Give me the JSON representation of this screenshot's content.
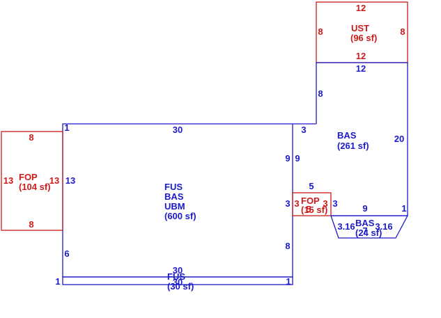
{
  "colors": {
    "main": "#1a1acc",
    "porch": "#cc1a1a"
  },
  "areas": {
    "fus": {
      "codes": [
        "FUS",
        "BAS",
        "UBM"
      ],
      "size": "(600 sf)"
    },
    "bas_right": {
      "codes": [
        "BAS"
      ],
      "size": "(261 sf)"
    },
    "ust": {
      "codes": [
        "UST"
      ],
      "size": "(96 sf)"
    },
    "fop_left": {
      "codes": [
        "FOP"
      ],
      "size": "(104 sf)"
    },
    "fop_small": {
      "codes": [
        "FOP"
      ],
      "size": "(15 sf)"
    },
    "bas_bay": {
      "codes": [
        "BAS"
      ],
      "size": "(24 sf)"
    },
    "fus_strip": {
      "codes": [
        "FUS"
      ],
      "size": "(30 sf)"
    }
  },
  "dims": {
    "ust": {
      "top": "12",
      "bottom": "12",
      "left": "8",
      "right": "8"
    },
    "bas_right": {
      "top": "12",
      "left_upper": "8",
      "right": "20",
      "step": "3",
      "left_lower": "9",
      "bottom": "9",
      "corner": "1"
    },
    "fus": {
      "top": "30",
      "corner_top": "1",
      "left": "13",
      "left_lower": "6",
      "right_upper": "9",
      "right_mid": "3",
      "right_lower": "8",
      "bottom": "30"
    },
    "fop_left": {
      "top": "8",
      "bottom": "8",
      "left": "13",
      "right": "13"
    },
    "fop_small": {
      "top": "5",
      "left": "3",
      "right": "3",
      "bottom": "5"
    },
    "bas_bay": {
      "left": "3.16",
      "right": "3.16",
      "bottom": "7"
    },
    "fus_strip": {
      "top": "30",
      "bottom": "30",
      "left": "1",
      "right": "1"
    }
  }
}
